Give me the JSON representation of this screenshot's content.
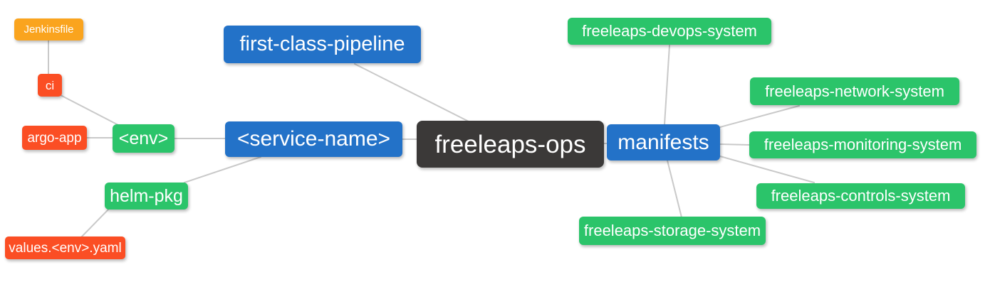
{
  "colors": {
    "root": "#3b3938",
    "blue": "#2372c8",
    "green": "#2bc46a",
    "red": "#fb4e24",
    "orange": "#faa41e",
    "edge": "#c9c9c9",
    "text": "#ffffff",
    "background": "#ffffff"
  },
  "nodes": {
    "freeleaps_ops": {
      "label": "freeleaps-ops",
      "color": "#3b3938"
    },
    "first_class_pipeline": {
      "label": "first-class-pipeline",
      "color": "#2372c8"
    },
    "service_name": {
      "label": "<service-name>",
      "color": "#2372c8"
    },
    "manifests": {
      "label": "manifests",
      "color": "#2372c8"
    },
    "env": {
      "label": "<env>",
      "color": "#2bc46a"
    },
    "helm_pkg": {
      "label": "helm-pkg",
      "color": "#2bc46a"
    },
    "ci": {
      "label": "ci",
      "color": "#fb4e24"
    },
    "argo_app": {
      "label": "argo-app",
      "color": "#fb4e24"
    },
    "values_env_yaml": {
      "label": "values.<env>.yaml",
      "color": "#fb4e24"
    },
    "jenkinsfile": {
      "label": "Jenkinsfile",
      "color": "#faa41e"
    },
    "devops_system": {
      "label": "freeleaps-devops-system",
      "color": "#2bc46a"
    },
    "network_system": {
      "label": "freeleaps-network-system",
      "color": "#2bc46a"
    },
    "monitoring_system": {
      "label": "freeleaps-monitoring-system",
      "color": "#2bc46a"
    },
    "controls_system": {
      "label": "freeleaps-controls-system",
      "color": "#2bc46a"
    },
    "storage_system": {
      "label": "freeleaps-storage-system",
      "color": "#2bc46a"
    }
  },
  "edges": [
    {
      "from": "jenkinsfile",
      "to": "ci"
    },
    {
      "from": "ci",
      "to": "env"
    },
    {
      "from": "argo_app",
      "to": "env"
    },
    {
      "from": "env",
      "to": "service_name"
    },
    {
      "from": "service_name",
      "to": "helm_pkg"
    },
    {
      "from": "helm_pkg",
      "to": "values_env_yaml"
    },
    {
      "from": "first_class_pipeline",
      "to": "freeleaps_ops"
    },
    {
      "from": "service_name",
      "to": "freeleaps_ops"
    },
    {
      "from": "freeleaps_ops",
      "to": "manifests"
    },
    {
      "from": "manifests",
      "to": "devops_system"
    },
    {
      "from": "manifests",
      "to": "network_system"
    },
    {
      "from": "manifests",
      "to": "monitoring_system"
    },
    {
      "from": "manifests",
      "to": "controls_system"
    },
    {
      "from": "manifests",
      "to": "storage_system"
    }
  ]
}
